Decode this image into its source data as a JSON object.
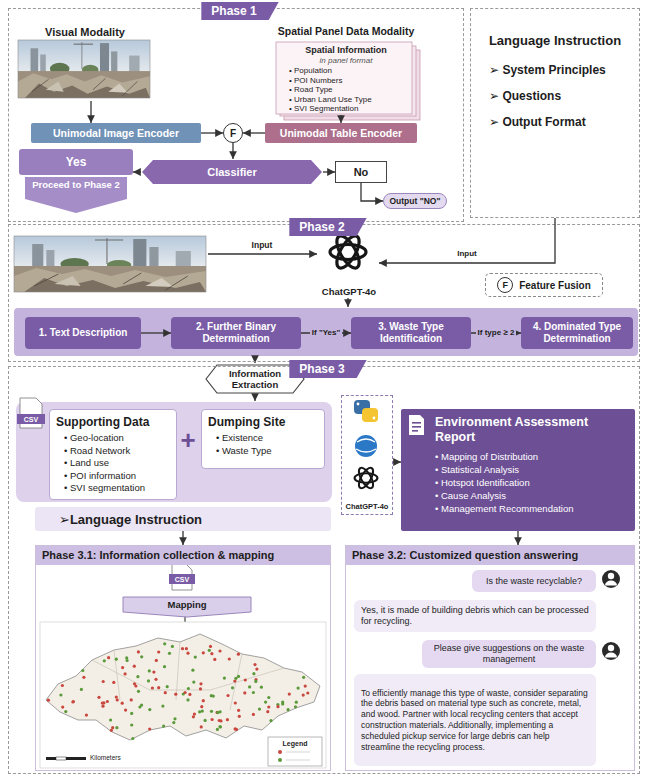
{
  "diagram": {
    "nodes": [
      {
        "text": [
          "Phase 1"
        ]
      },
      {
        "text": [
          "Visual Modality"
        ],
        "in": 0
      },
      {
        "text": [
          "Spatial Panel Data Modality",
          "Spatial Information",
          "in panel format",
          "• Population",
          "• POI Numbers",
          "• Road Type",
          "• Urban Land Use Type",
          "• SVI Segmentation"
        ],
        "in": 0
      },
      {
        "text": [
          "Unimodal Image Encoder"
        ],
        "in": 0
      },
      {
        "text": [
          "F"
        ],
        "in": 0
      },
      {
        "text": [
          "Unimodal Table Encoder"
        ],
        "in": 0
      },
      {
        "text": [
          "Classifier"
        ],
        "in": 0
      },
      {
        "text": [
          "Yes",
          "Proceed to Phase 2"
        ],
        "in": 0
      },
      {
        "text": [
          "No"
        ],
        "in": 0
      },
      {
        "text": [
          "Output \"NO\""
        ],
        "in": 0
      },
      {
        "text": [
          "Language Instruction",
          "➢ System Principles",
          "➢ Questions",
          "➢ Output Format"
        ]
      },
      {
        "text": [
          "Phase 2"
        ]
      },
      {
        "text": [
          "ChatGPT-4o"
        ],
        "in": 11
      },
      {
        "text": [
          "F",
          "Feature Fusion"
        ],
        "in": 11
      },
      {
        "text": [
          "1. Text Description"
        ],
        "in": 11
      },
      {
        "text": [
          "2. Further Binary Determination"
        ],
        "in": 11
      },
      {
        "text": [
          "3. Waste Type Identification"
        ],
        "in": 11
      },
      {
        "text": [
          "4. Dominated Type Determination"
        ],
        "in": 11
      },
      {
        "text": [
          "Information Extraction"
        ]
      },
      {
        "text": [
          "Phase 3"
        ]
      },
      {
        "text": [
          "Supporting Data",
          "• Geo-location",
          "• Road Network",
          "• Land use",
          "• POI information",
          "• SVI segmentation"
        ],
        "in": 19
      },
      {
        "text": [
          "Dumping Site",
          "• Existence",
          "• Waste Type"
        ],
        "in": 19
      },
      {
        "text": [
          "ChatGPT-4o"
        ],
        "in": 19
      },
      {
        "text": [
          "Environment Assessment Report",
          "• Mapping of Distribution",
          "• Statistical Analysis",
          "• Hotspot Identification",
          "• Cause Analysis",
          "• Management Recommendation"
        ],
        "in": 19
      },
      {
        "text": [
          "➢Language Instruction"
        ],
        "in": 19
      },
      {
        "text": [
          "Phase 3.1: Information collection & mapping"
        ],
        "in": 19
      },
      {
        "text": [
          "Mapping"
        ],
        "in": 25
      },
      {
        "text": [
          "Phase 3.2: Customized question answering"
        ],
        "in": 19
      },
      {
        "text": [
          "Is the waste recyclable?"
        ],
        "in": 27
      },
      {
        "text": [
          "Yes, it is made of building debris which can be processed for recycling."
        ],
        "in": 27
      },
      {
        "text": [
          "Please give suggestions on the waste management"
        ],
        "in": 27
      },
      {
        "text": [
          "To efficiently manage this type of waste, consider separating the debris based on material type such as concrete, metal, and wood. Partner with local recycling centers that accept construction materials. Additionally, implementing a scheduled pickup service for large debris can help streamline the recycling process."
        ],
        "in": 27
      }
    ],
    "edges": [
      {
        "from": 1,
        "to": 3,
        "arrow": "to"
      },
      {
        "from": 2,
        "to": 5,
        "arrow": "to"
      },
      {
        "from": 3,
        "to": 4,
        "arrow": "to"
      },
      {
        "from": 5,
        "to": 4,
        "arrow": "to"
      },
      {
        "from": 4,
        "to": 6,
        "arrow": "to"
      },
      {
        "from": 6,
        "to": 7,
        "arrow": "to"
      },
      {
        "from": 6,
        "to": 8,
        "arrow": "to"
      },
      {
        "from": 8,
        "to": 9,
        "arrow": "to"
      },
      {
        "from": 10,
        "to": 12,
        "label": "Input",
        "arrow": "to"
      },
      {
        "from": 14,
        "to": 15,
        "arrow": "to"
      },
      {
        "from": 15,
        "to": 16,
        "label": "If \"Yes\"",
        "arrow": "to"
      },
      {
        "from": 16,
        "to": 17,
        "label": "If type ≥ 2",
        "arrow": "to"
      },
      {
        "from": 22,
        "to": 23,
        "arrow": "to"
      },
      {
        "from": 23,
        "to": 27,
        "arrow": "to"
      },
      {
        "from": 24,
        "to": 25,
        "arrow": "to"
      }
    ],
    "labels": [
      "Input",
      "+",
      "CSV",
      "CSV",
      "Legend",
      "Kilometers"
    ]
  }
}
